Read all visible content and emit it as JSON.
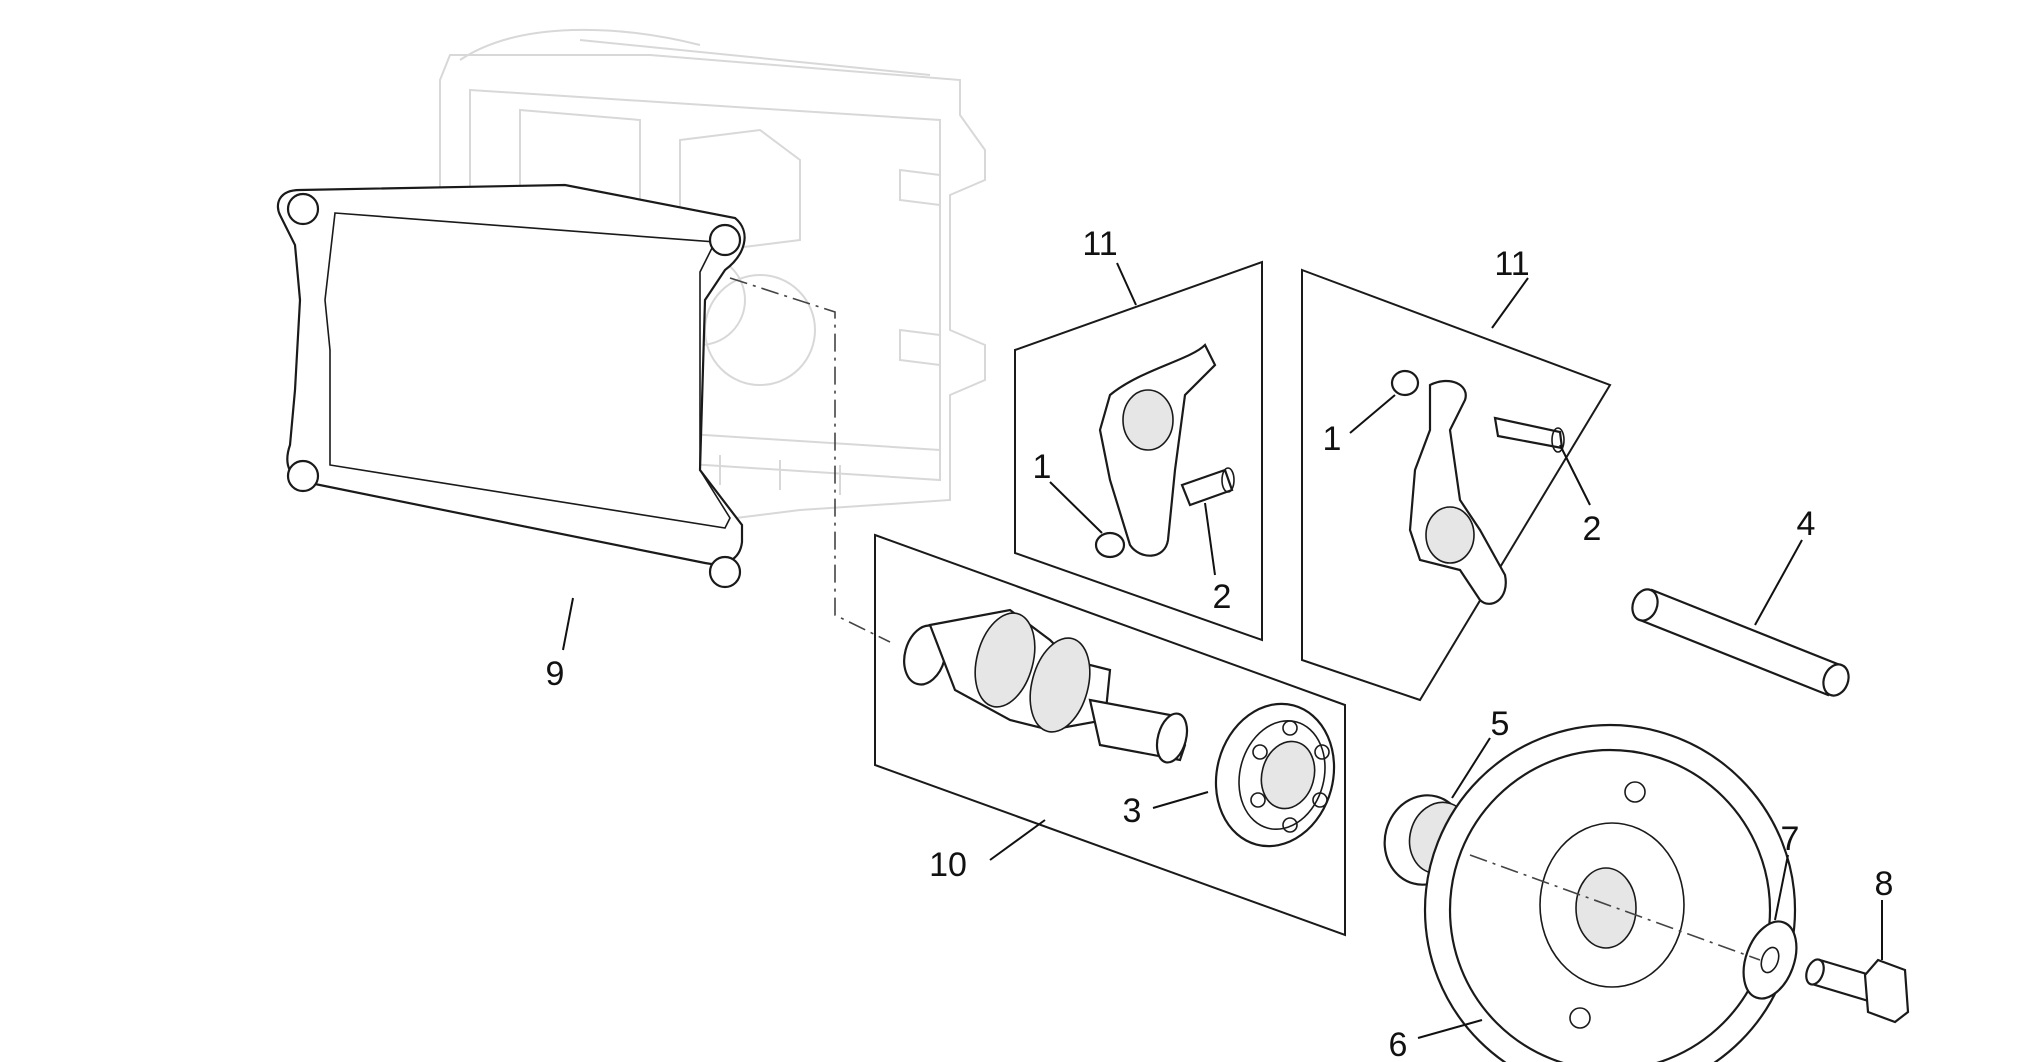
{
  "callouts": {
    "c1a": "1",
    "c1b": "1",
    "c2a": "2",
    "c2b": "2",
    "c3": "3",
    "c4": "4",
    "c5": "5",
    "c6": "6",
    "c7": "7",
    "c8": "8",
    "c9": "9",
    "c10": "10",
    "c11a": "11",
    "c11b": "11"
  },
  "colors": {
    "line": "#111111",
    "ghost": "#d8d8d8",
    "shade": "#e6e6e6"
  }
}
